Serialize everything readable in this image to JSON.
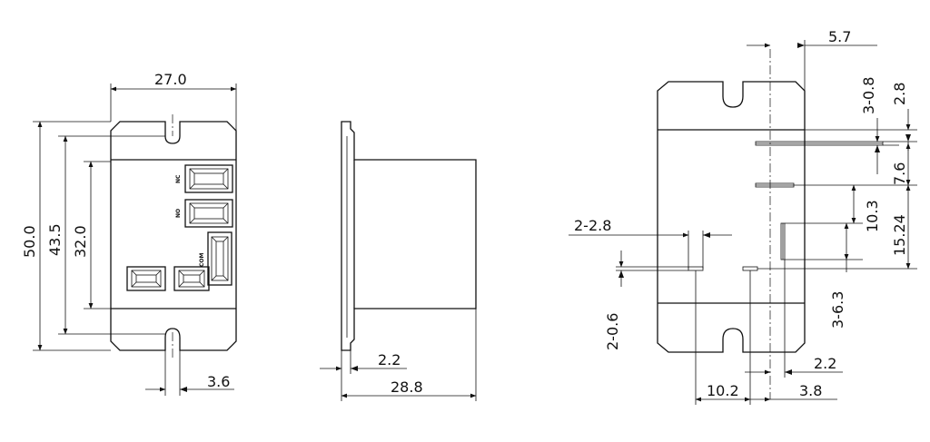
{
  "front_view": {
    "dim_width": "27.0",
    "dim_total_height": "50.0",
    "dim_mount_pitch": "43.5",
    "dim_body_height": "32.0",
    "dim_slot_width": "3.6",
    "terminal_nc": "NC",
    "terminal_no": "NO",
    "terminal_com": "COM"
  },
  "side_view": {
    "dim_plate": "2.2",
    "dim_depth": "28.8"
  },
  "pcb_view": {
    "dim_top_offset": "5.7",
    "dim_slot_qty_width": "3-0.8",
    "dim_top_spacing": "2.8",
    "dim_pin_spacing_a": "7.6",
    "dim_pin_spacing_b": "10.3",
    "dim_pin_spacing_c": "15.24",
    "dim_coil_pin_size": "2-2.8",
    "dim_coil_pin_thick": "2-0.6",
    "dim_slot_qty_len": "3-6.3",
    "dim_right_plate": "2.2",
    "dim_coil_pitch": "10.2",
    "dim_right_offset": "3.8"
  }
}
